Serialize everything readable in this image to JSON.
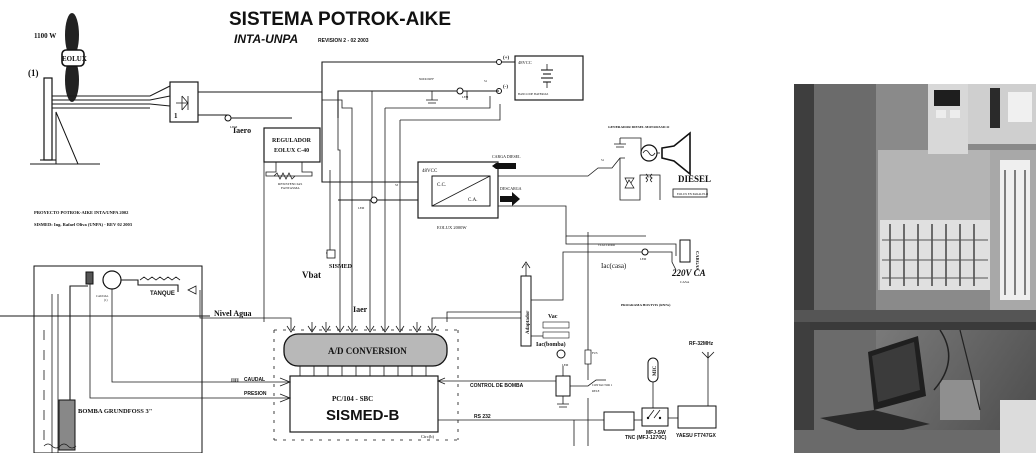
{
  "header": {
    "title": "SISTEMA POTROK-AIKE",
    "subtitle": "INTA-UNPA",
    "revision": "REVISION 2 - 02 2003"
  },
  "wind": {
    "power": "1100 W",
    "brand": "EOLUX",
    "number": "(1)",
    "rectifier_label": "1",
    "current_label": "Iaero",
    "lem": "LEM"
  },
  "regulator": {
    "line1": "REGULADOR",
    "line2": "EOLUX C-40",
    "resistors_line1": "RESISTENCIAS",
    "resistors_line2": "FANTASMA"
  },
  "battery": {
    "voltage": "48VCC",
    "label": "BANCO DE BATERIAS",
    "plus": "(+)",
    "minus": "(-)",
    "shunt": "NODO REF"
  },
  "generator": {
    "title": "GENERADOR DIESEL MONOFASICO",
    "diesel": "DIESEL"
  },
  "inverter": {
    "voltage": "48VCC",
    "dc": "C.C.",
    "ac": "C.A.",
    "name": "EOLUX 2000W",
    "carga_diesel": "CARGA DIESEL",
    "descarga": "DESCARGA"
  },
  "loads": {
    "cargas": "CARGAS",
    "voltage": "220V CA",
    "casa": "CASA",
    "iac_casa": "Iac(casa)",
    "iac_bomba": "Iac(bomba)",
    "vac": "Vac",
    "programa": "PROGRAMA HOSTVIS (RNNs)"
  },
  "credits": {
    "line1": "PROYECTO POTROK-AIKE INTA/UNPA 2002",
    "line2": "SISMED: Ing. Rafael Oliva (UNPA) - REV 02 2003"
  },
  "daq": {
    "sismed": "SISMED",
    "vbat": "Vbat",
    "iaer": "Iaer",
    "nivel_agua": "Nivel Agua",
    "ad_conversion": "A/D CONVERSION",
    "adapter": "Adaptador",
    "pc_title": "PC/104 - SBC",
    "pc_name": "SISMED-B",
    "circ": "Circ(b)",
    "rs232": "RS 232",
    "caudal": "CAUDAL",
    "pulses": "ΠΠ",
    "presion": "PRESION",
    "control": "CONTROL DE BOMBA",
    "contactor": "CONTACTOR 1",
    "contactor2": "RELE",
    "fus": "FUS"
  },
  "pump": {
    "name": "BOMBA GRUNDFOSS 3\"",
    "tank": "TANQUE",
    "flow_meter": "CAUDAL",
    "flow_meter2": "(1)"
  },
  "radio": {
    "rf": "RF-32MHz",
    "mic": "MIC",
    "tnc": "TNC (MFJ-1270C)",
    "mfj_sw": "MFJ-SW",
    "yaesu": "YAESU FT747GX"
  },
  "photo": {
    "description_visible": false
  }
}
